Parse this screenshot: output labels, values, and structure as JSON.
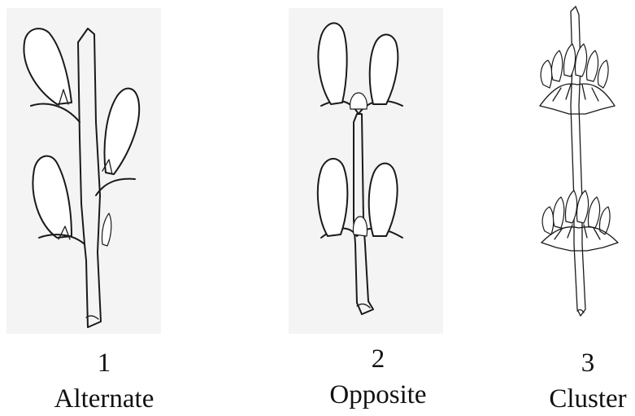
{
  "figure": {
    "panels": [
      {
        "number": "1",
        "label": "Alternate"
      },
      {
        "number": "2",
        "label": "Opposite"
      },
      {
        "number": "3",
        "label": "Cluster"
      }
    ]
  },
  "colors": {
    "ink": "#1a1a1a",
    "background": "#ffffff",
    "paper_wash": "#f4f4f4"
  }
}
